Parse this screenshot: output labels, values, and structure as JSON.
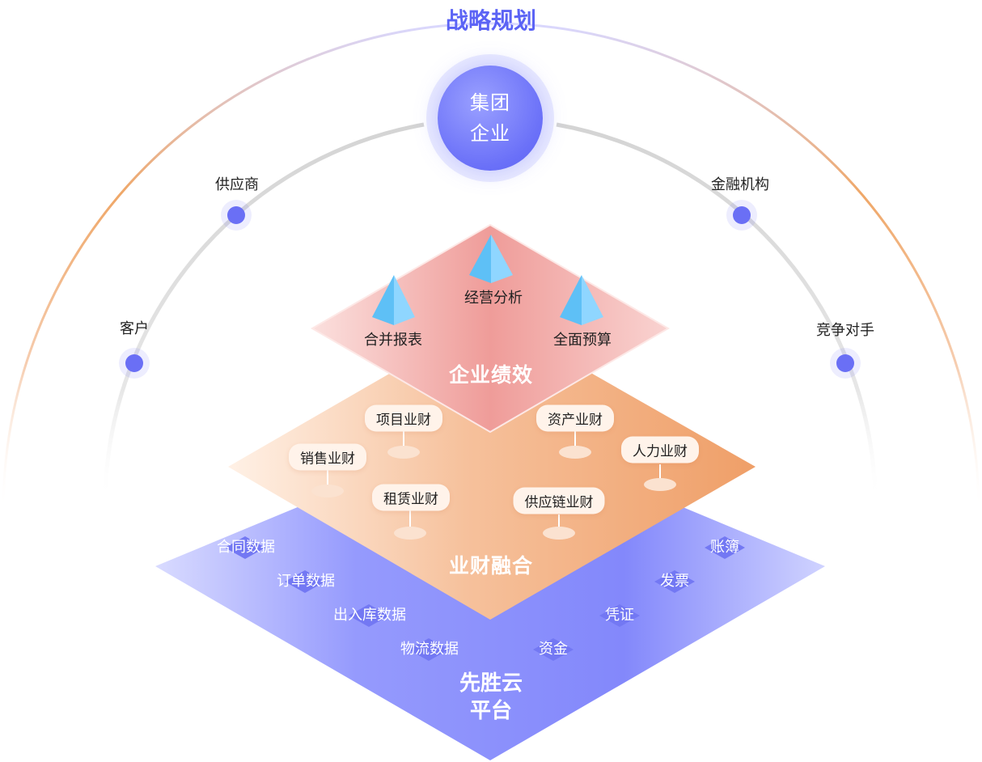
{
  "title": "战略规划",
  "center": {
    "line1": "集团",
    "line2": "企业"
  },
  "ring_nodes": [
    "供应商",
    "金融机构",
    "客户",
    "竞争对手"
  ],
  "top_layer": {
    "title": "企业绩效",
    "items": [
      "经营分析",
      "合并报表",
      "全面预算"
    ]
  },
  "middle_layer": {
    "title": "业财融合",
    "items": [
      "项目业财",
      "资产业财",
      "人力业财",
      "销售业财",
      "租赁业财",
      "供应链业财"
    ]
  },
  "bottom_layer": {
    "title_line1": "先胜云",
    "title_line2": "平台",
    "left_items": [
      "合同数据",
      "订单数据",
      "出入库数据",
      "物流数据"
    ],
    "right_items": [
      "账簿",
      "发票",
      "凭证",
      "资金"
    ]
  },
  "colors": {
    "accent": "#5b63f5",
    "node": "#6a6ff5",
    "top_layer": "#f2a7a3",
    "middle_layer": "#f3b58a",
    "bottom_layer": "#8a8ffb"
  }
}
